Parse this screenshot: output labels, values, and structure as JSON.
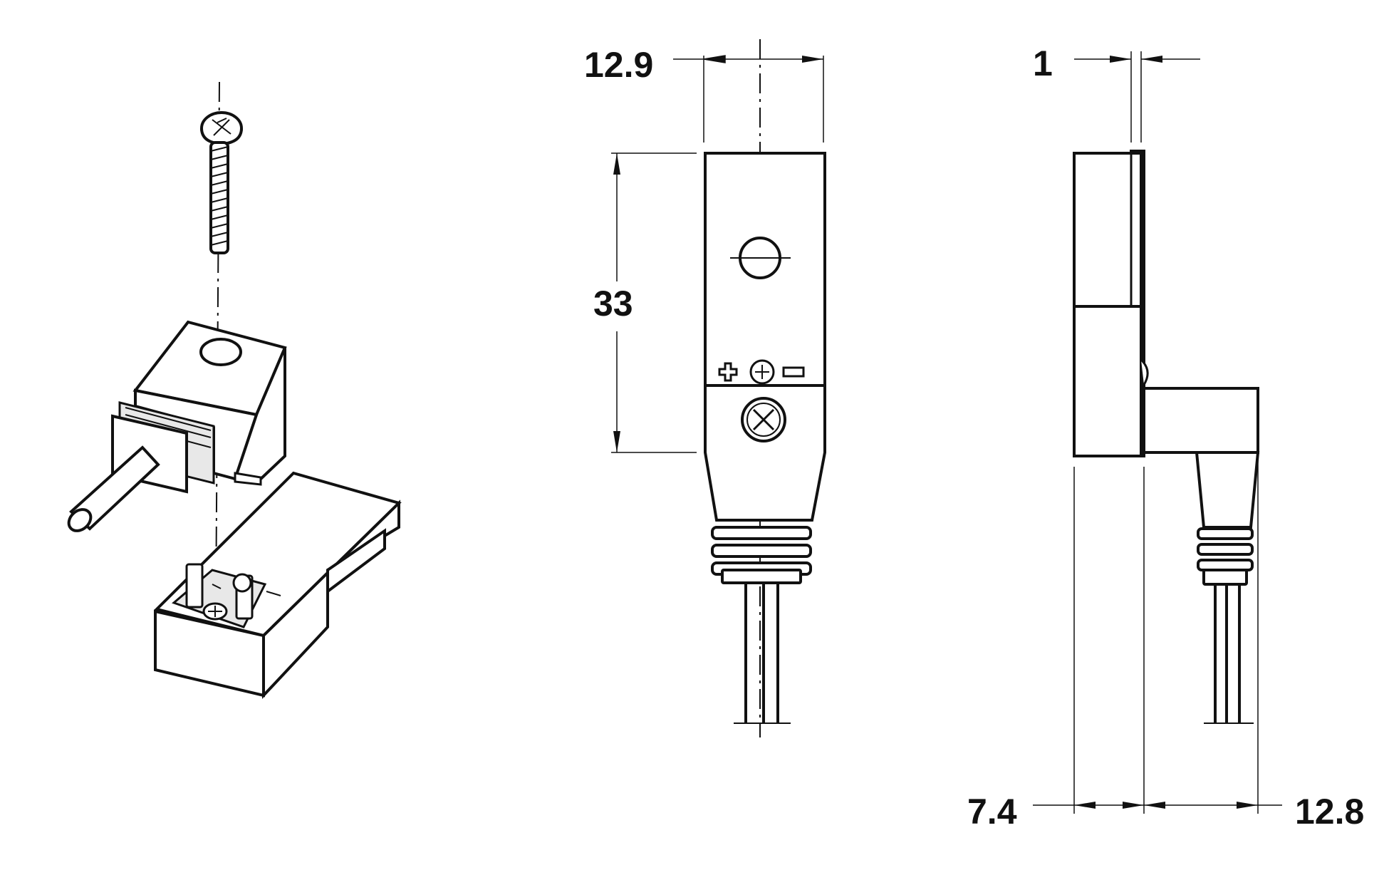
{
  "dimensions": {
    "front_width": "12.9",
    "front_height": "33",
    "side_plate_thickness": "1",
    "side_body_depth": "7.4",
    "side_connector_depth": "12.8"
  },
  "polarity": {
    "positive": "+",
    "negative": "−"
  },
  "colors": {
    "line": "#111111",
    "background": "#ffffff"
  }
}
